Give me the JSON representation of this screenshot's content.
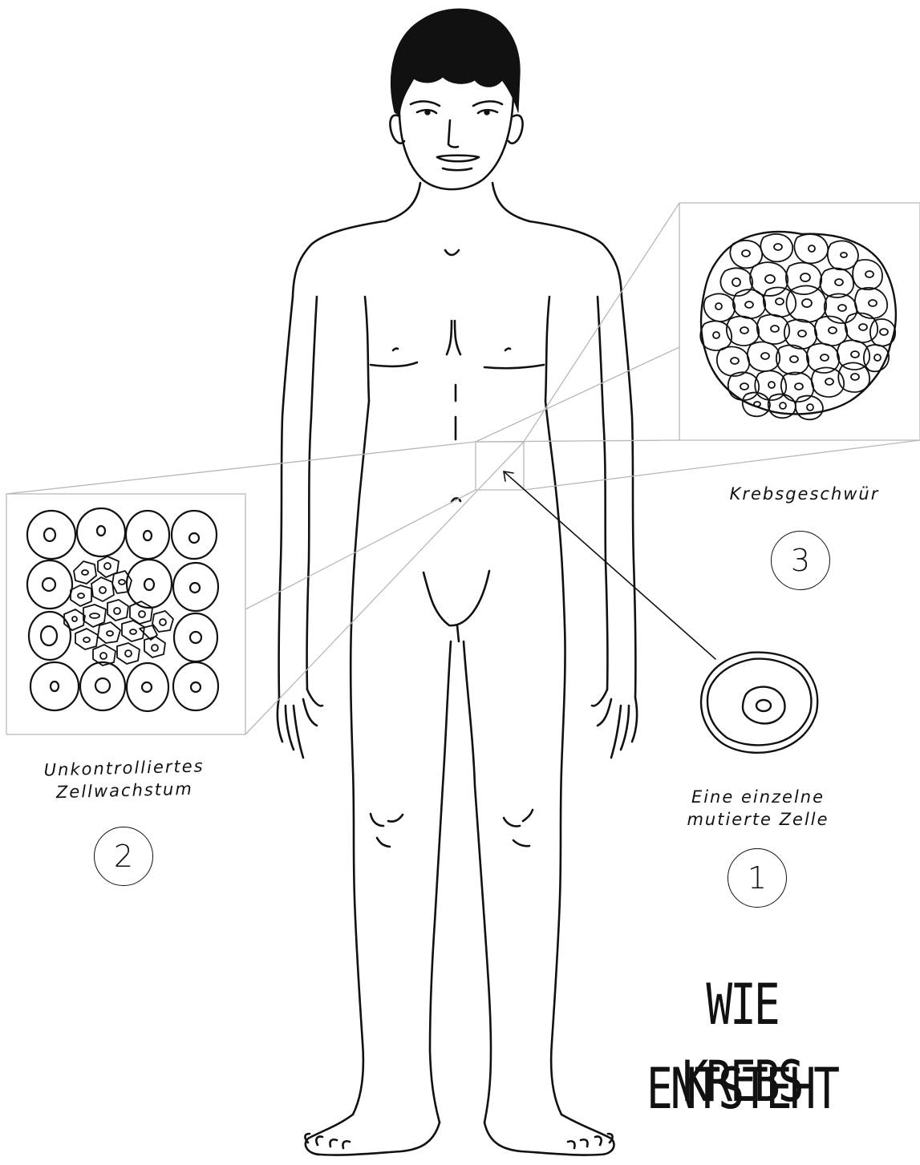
{
  "diagram": {
    "title_line_1": "WIE KREBS",
    "title_line_2": "ENTSTEHT",
    "steps": [
      {
        "number": "1",
        "label_line_1": "Eine einzelne",
        "label_line_2": "mutierte Zelle"
      },
      {
        "number": "2",
        "label_line_1": "Unkontrolliertes",
        "label_line_2": "Zellwachstum"
      },
      {
        "number": "3",
        "label_line_1": "Krebsgeschwür",
        "label_line_2": ""
      }
    ]
  },
  "colors": {
    "ink": "#111111",
    "guide_lines": "#b8b8b8",
    "background": "#ffffff"
  }
}
